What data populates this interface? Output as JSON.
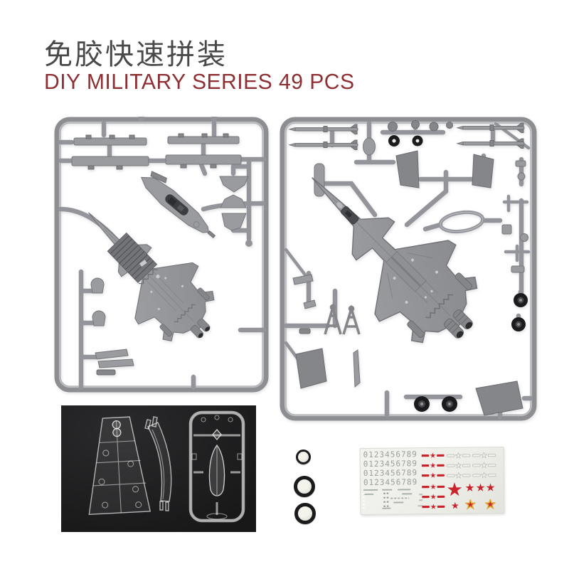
{
  "header": {
    "title_cn": "免胶快速拼装",
    "subtitle_en": "DIY MILITARY SERIES 49 PCS"
  },
  "colors": {
    "page_bg": "#ffffff",
    "title_gray": "#48494b",
    "subtitle_red": "#8e2f33",
    "sprue_gray": "#9a9b9f",
    "sprue_dark": "#85868a",
    "photo_bg": "#1f1f21",
    "tire_black": "#1b1b1d",
    "decal_bg": "#efefea",
    "decal_red": "#c9242c",
    "decal_gold": "#e2a838",
    "digit_gray": "#99a09b",
    "outline_gray": "#b9bdb9"
  },
  "kit": {
    "items": [
      "sprue-a",
      "sprue-b",
      "clear-parts-tray",
      "o-rings",
      "decal-sheet"
    ],
    "o_ring_count": 3
  },
  "decal_sheet": {
    "digits": "0123456789",
    "digit_rows": 4,
    "roundel_count": 6,
    "outline_emblem_count": 6,
    "stars": {
      "large": 1,
      "medium": 3,
      "small": 1,
      "gold_bordered": 2
    }
  }
}
